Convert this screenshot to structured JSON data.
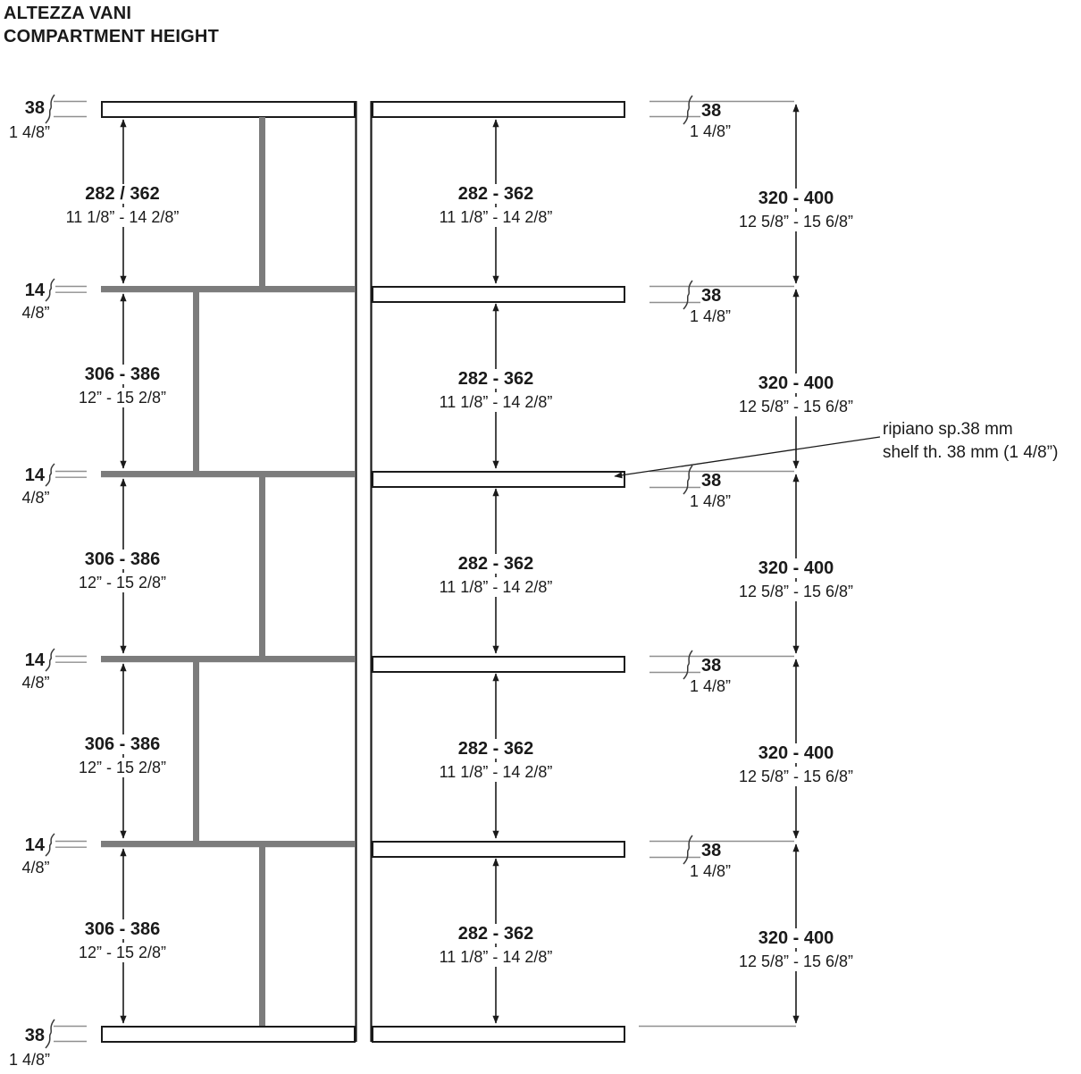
{
  "title": {
    "line1": "ALTEZZA VANI",
    "line2": "COMPARTMENT HEIGHT"
  },
  "left": {
    "callouts": [
      {
        "mm": "38",
        "inch": "1 4/8”"
      },
      {
        "mm": "14",
        "inch": "4/8”"
      },
      {
        "mm": "14",
        "inch": "4/8”"
      },
      {
        "mm": "14",
        "inch": "4/8”"
      },
      {
        "mm": "14",
        "inch": "4/8”"
      },
      {
        "mm": "38",
        "inch": "1 4/8”"
      }
    ],
    "dims": [
      {
        "mm": "282 / 362",
        "inch": "11 1/8” - 14 2/8”"
      },
      {
        "mm": "306 - 386",
        "inch": "12” - 15 2/8”"
      },
      {
        "mm": "306 - 386",
        "inch": "12” - 15 2/8”"
      },
      {
        "mm": "306 - 386",
        "inch": "12” - 15 2/8”"
      },
      {
        "mm": "306 - 386",
        "inch": "12” - 15 2/8”"
      }
    ]
  },
  "middle": {
    "dims": [
      {
        "mm": "282 - 362",
        "inch": "11 1/8” - 14 2/8”"
      },
      {
        "mm": "282 - 362",
        "inch": "11 1/8” - 14 2/8”"
      },
      {
        "mm": "282 - 362",
        "inch": "11 1/8” - 14 2/8”"
      },
      {
        "mm": "282 - 362",
        "inch": "11 1/8” - 14 2/8”"
      },
      {
        "mm": "282 - 362",
        "inch": "11 1/8” - 14 2/8”"
      }
    ]
  },
  "right": {
    "callouts": [
      {
        "mm": "38",
        "inch": "1 4/8”"
      },
      {
        "mm": "38",
        "inch": "1 4/8”"
      },
      {
        "mm": "38",
        "inch": "1 4/8”"
      },
      {
        "mm": "38",
        "inch": "1 4/8”"
      },
      {
        "mm": "38",
        "inch": "1 4/8”"
      }
    ],
    "dims": [
      {
        "mm": "320 - 400",
        "inch": "12 5/8” - 15 6/8”"
      },
      {
        "mm": "320 - 400",
        "inch": "12 5/8” - 15 6/8”"
      },
      {
        "mm": "320 - 400",
        "inch": "12 5/8” - 15 6/8”"
      },
      {
        "mm": "320 - 400",
        "inch": "12 5/8” - 15 6/8”"
      },
      {
        "mm": "320 - 400",
        "inch": "12 5/8” - 15 6/8”"
      }
    ]
  },
  "annotation": {
    "line1": "ripiano sp.38 mm",
    "line2": "shelf th. 38 mm (1 4/8”)"
  },
  "colors": {
    "line": "#1a1a1a",
    "shelf_gray": "#7c7c7c",
    "callout_line": "#8f8f8f"
  }
}
